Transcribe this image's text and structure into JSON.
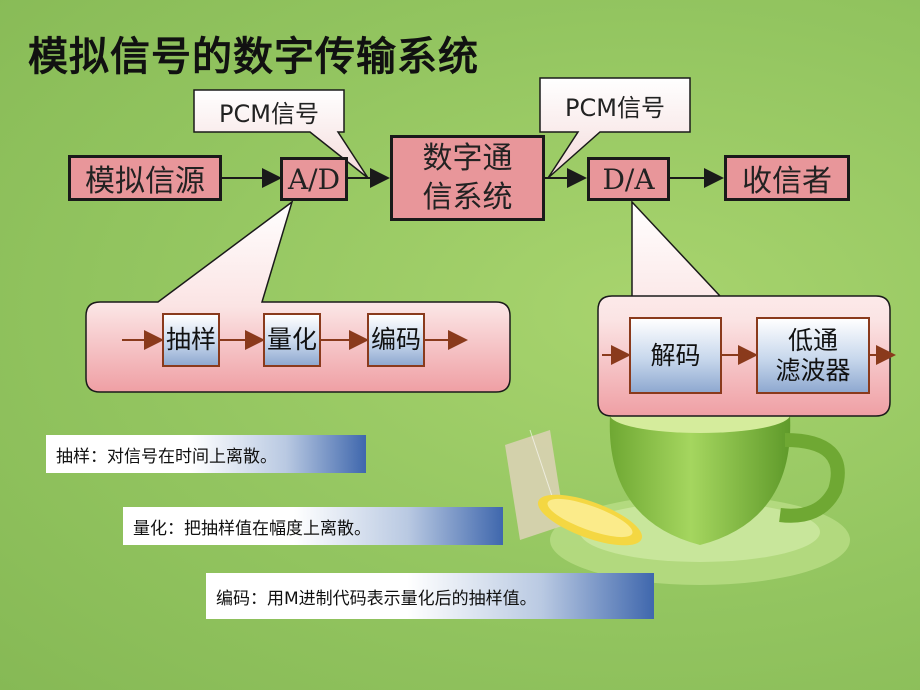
{
  "title": "模拟信号的数字传输系统",
  "chain": {
    "source": "模拟信源",
    "ad": "A/D",
    "digital_system_line1": "数字通",
    "digital_system_line2": "信系统",
    "da": "D/A",
    "receiver": "收信者"
  },
  "pcm_callouts": {
    "left": "PCM信号",
    "right": "PCM信号"
  },
  "ad_detail": {
    "sampling": "抽样",
    "quantization": "量化",
    "encoding": "编码"
  },
  "da_detail": {
    "decoding": "解码",
    "lowpass_line1": "低通",
    "lowpass_line2": "滤波器"
  },
  "notes": {
    "sampling": "抽样：对信号在时间上离散。",
    "quantization": "量化：把抽样值在幅度上离散。",
    "encoding": "编码：用M进制代码表示量化后的抽样值。"
  },
  "colors": {
    "background": "#93c560",
    "box_fill": "#e8969a",
    "inner_box_blue": "#8fa9d0",
    "arrow": "#8a3a1c",
    "cup": "#8bc34a"
  }
}
